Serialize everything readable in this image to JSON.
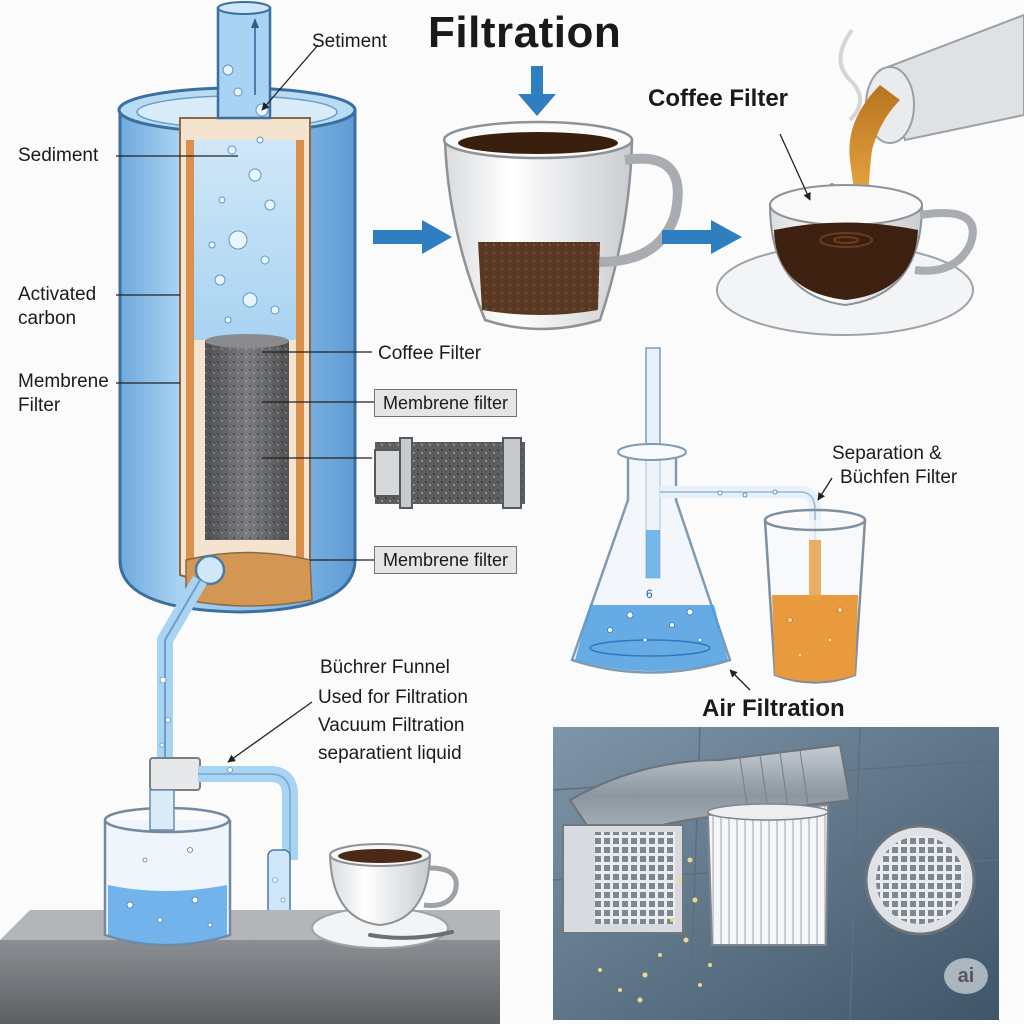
{
  "title": "Filtration",
  "labels": {
    "setiment": "Setiment",
    "sediment": "Sediment",
    "activated_carbon_1": "Activated",
    "activated_carbon_2": "carbon",
    "membrene_filter_left_1": "Membrene",
    "membrene_filter_left_2": "Filter",
    "coffee_filter_cylinder": "Coffee Filter",
    "membrene_filter_box_top": "Membrene filter",
    "membrene_filter_box_bottom": "Membrene filter",
    "coffee_filter_heading": "Coffee Filter",
    "separation_1": "Separation &",
    "separation_2": "Büchfen Filter",
    "air_filtration": "Air Filtration",
    "buchner_1": "Büchrer Funnel",
    "buchner_2": "Used for Filtration",
    "buchner_3": "Vacuum Filtration",
    "buchner_4": "separatient liquid",
    "flask_mark": "6",
    "watermark": "ai"
  },
  "colors": {
    "water_blue": "#5aa7e6",
    "cylinder_blue": "#8fc3ec",
    "carbon_gray": "#6d6e70",
    "sediment_orange": "#d9904a",
    "coffee_brown": "#4a2a17",
    "arrow_blue": "#2f7fc0",
    "orange_liquid": "#e99a3c",
    "duct_gray": "#9aa3ad"
  }
}
